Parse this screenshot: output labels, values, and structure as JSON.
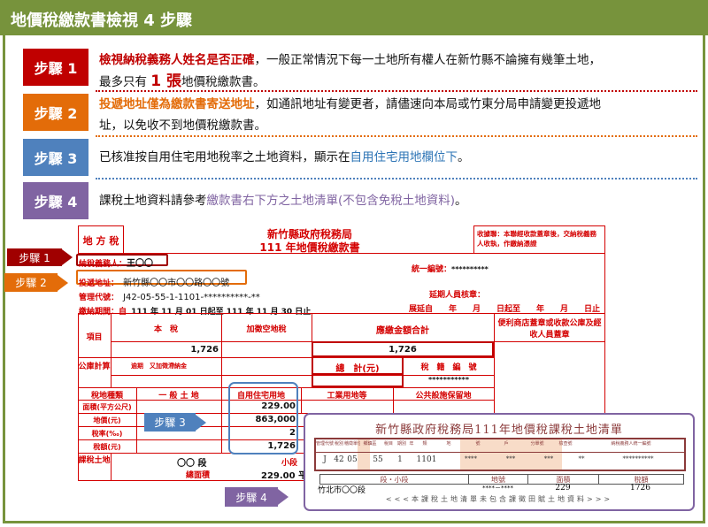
{
  "title": "地價稅繳款書檢視 4 步驟",
  "steps": [
    {
      "label": "步驟 1",
      "color": "#c00000",
      "hl": "檢視納稅義務人姓名是否正確",
      "t1": "，一般正常情況下每一土地所有權人在新竹縣不論擁有幾筆土地，",
      "t2a": "最多只有 ",
      "num": "1 張",
      "t2b": "地價稅繳款書。"
    },
    {
      "label": "步驟 2",
      "color": "#e36c09",
      "hl": "投遞地址僅為繳款書寄送地址",
      "t1": "，如通訊地址有變更者，請儘速向本局或竹東分局申請變更投遞地",
      "t2": "址，以免收不到地價稅繳款書。"
    },
    {
      "label": "步驟 3",
      "color": "#4f81bd",
      "pre": "已核准按自用住宅用地稅率之土地資料，顯示在",
      "hl": "自用住宅用地欄位下",
      "post": "。"
    },
    {
      "label": "步驟 4",
      "color": "#8064a2",
      "pre": "課稅土地資料請參考",
      "hl": "繳款書右下方之土地清單(不包含免稅土地資料)",
      "post": "。"
    }
  ],
  "form": {
    "tax_type": "地 方 稅",
    "agency": "新竹縣政府稅務局",
    "doc_title": "111 年地價稅繳款書",
    "receipt": "收據聯：本聯經收款蓋章後，交納稅義務人收執，作繳納憑證",
    "taxpayer_label": "納稅義務人：",
    "taxpayer": "王〇〇",
    "uid_label": "統一編號：",
    "uid": "**********",
    "address_label": "投遞地址：",
    "address": "新竹縣〇〇市〇〇路〇〇號",
    "mgmt_label": "管理代號：",
    "mgmt": "J42-05-55-1-1101-**********-**",
    "extend_label": "延期人員核章：",
    "period_label": "繳納期間：自",
    "period": "111 年 11 月 01 日起至 111 年 11 月 30 日止",
    "extend_period": "展延自　　年　　月　　日起至　　年　　月　　日止",
    "item": "項目",
    "base_tax": "本　稅",
    "vacant_tax": "加徵空地稅",
    "total_due": "應繳金額合計",
    "stamp": "便利商店蓋章或收款公庫及經收人員蓋章",
    "base_val": "1,726",
    "total_val": "1,726",
    "treasury": "公庫計算",
    "overdue": "逾期　又加徵滯納金",
    "sum_label": "總　計(元)",
    "taxid_label": "稅　籍　編　號",
    "taxid": "***********",
    "land_types": [
      "稅地種類",
      "一 般 土 地",
      "自用住宅用地",
      "工業用地等",
      "公共設施保留地"
    ],
    "rows": [
      {
        "l": "面積(平方公尺)",
        "v": "229.00"
      },
      {
        "l": "地價(元)",
        "v": "863,000"
      },
      {
        "l": "稅率(‰)",
        "v": "2"
      },
      {
        "l": "稅額(元)",
        "v": "1,726"
      }
    ],
    "land_label": "課稅土地",
    "section": "〇〇 段",
    "subsection": "小段",
    "area_label": "總面積",
    "area": "229.00 平"
  },
  "list": {
    "title": "新竹縣政府稅務局111年地價稅課稅土地清單",
    "heads": [
      "管理代號",
      "稅別",
      "稽徵單位",
      "鄉鎮區",
      "稅目",
      "期別",
      "年",
      "類",
      "地",
      "號",
      "戶",
      "分單號",
      "檢查號",
      "納稅義務人統一編號"
    ],
    "vals": [
      "J",
      "42",
      "05",
      "55",
      "1",
      "1101",
      "****",
      "***",
      "***",
      "**",
      "**********"
    ],
    "cols": [
      "段・小段",
      "地號",
      "面積",
      "稅額"
    ],
    "row": [
      "竹北市〇〇段",
      "****－****",
      "229",
      "1726"
    ],
    "note": "<<<本課稅土地清單未包含課徵田賦土地資料>>>"
  },
  "tags": [
    "步驟 1",
    "步驟 2",
    "步驟 3",
    "步驟 4"
  ]
}
